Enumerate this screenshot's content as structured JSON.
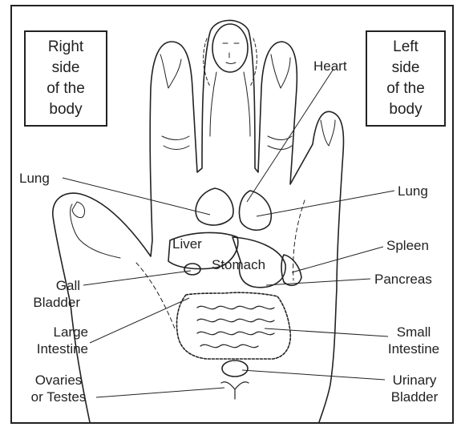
{
  "right_side_box": [
    "Right",
    "side",
    "of the",
    "body"
  ],
  "left_side_box": [
    "Left",
    "side",
    "of the",
    "body"
  ],
  "labels": {
    "heart": "Heart",
    "lung_left": "Lung",
    "lung_right": "Lung",
    "liver": "Liver",
    "stomach": "Stomach",
    "spleen": "Spleen",
    "pancreas": "Pancreas",
    "gall_bladder": [
      "Gall",
      "Bladder"
    ],
    "large_intestine": [
      "Large",
      "Intestine"
    ],
    "small_intestine": [
      "Small",
      "Intestine"
    ],
    "ovaries_testes": [
      "Ovaries",
      "or Testes"
    ],
    "urinary_bladder": [
      "Urinary",
      "Bladder"
    ]
  }
}
